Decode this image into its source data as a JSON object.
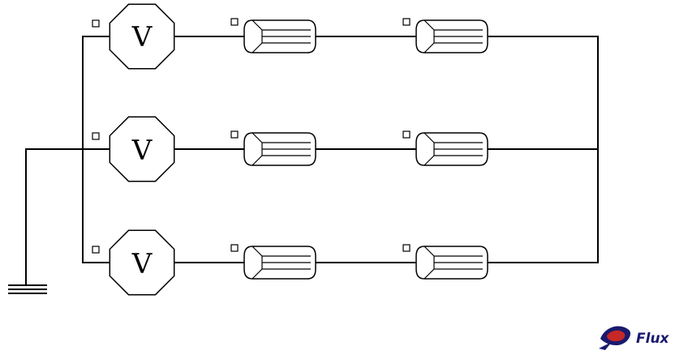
{
  "sources": [
    {
      "label": "V"
    },
    {
      "label": "V"
    },
    {
      "label": "V"
    }
  ],
  "logo": {
    "text": "Flux"
  },
  "colors": {
    "line": "#000000",
    "background": "#ffffff",
    "logo_dark": "#1a1a6e",
    "logo_red": "#c62828"
  }
}
